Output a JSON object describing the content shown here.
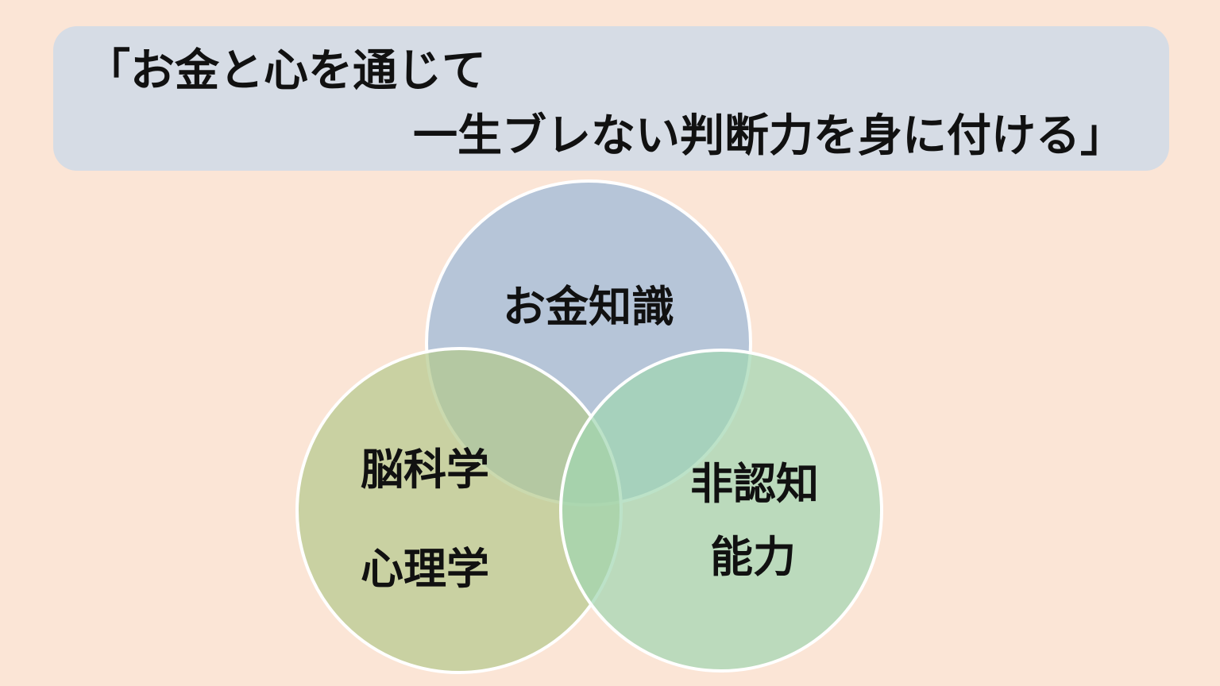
{
  "title": {
    "line1": "「お金と心を通じて",
    "line2": "一生ブレない判断力を身に付ける」"
  },
  "venn": {
    "top": {
      "label": "お金知識",
      "color": "#a9bfd8"
    },
    "left": {
      "label_line1": "脳科学",
      "label_line2": "心理学",
      "color": "#b3c98b"
    },
    "right": {
      "label_line1": "非認知",
      "label_line2": "能力",
      "color": "#9fd6b0"
    }
  }
}
